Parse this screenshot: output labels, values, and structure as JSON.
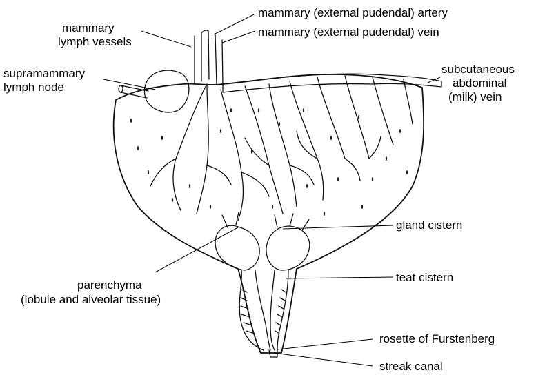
{
  "labels": {
    "artery": "mammary (external pudendal) artery",
    "vein": "mammary (external pudendal) vein",
    "lymph_vessels_1": "mammary",
    "lymph_vessels_2": "lymph vessels",
    "lymph_node_1": "supramammary",
    "lymph_node_2": "lymph node",
    "milk_vein_1": "subcutaneous",
    "milk_vein_2": "abdominal",
    "milk_vein_3": "(milk) vein",
    "gland_cistern": "gland cistern",
    "teat_cistern": "teat cistern",
    "parenchyma_1": "parenchyma",
    "parenchyma_2": "(lobule and alveolar tissue)",
    "rosette": "rosette of Furstenberg",
    "streak_canal": "streak canal"
  }
}
